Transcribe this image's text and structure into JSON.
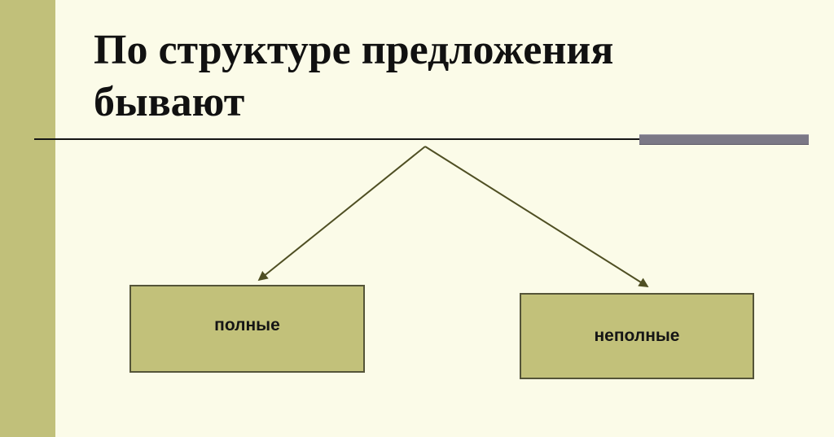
{
  "slide": {
    "title": "По структуре предложения бывают"
  },
  "diagram": {
    "nodes": [
      {
        "id": "full",
        "label": "полные"
      },
      {
        "id": "incomplete",
        "label": "неполные"
      }
    ],
    "edges": [
      {
        "from": "title",
        "to": "full"
      },
      {
        "from": "title",
        "to": "incomplete"
      }
    ]
  },
  "colors": {
    "background": "#fbfbe8",
    "left_band": "#c1c07a",
    "box_fill": "#c2c17a",
    "box_border": "#545438",
    "connector": "#4f4f23",
    "accent_bar": "#7b7886"
  }
}
